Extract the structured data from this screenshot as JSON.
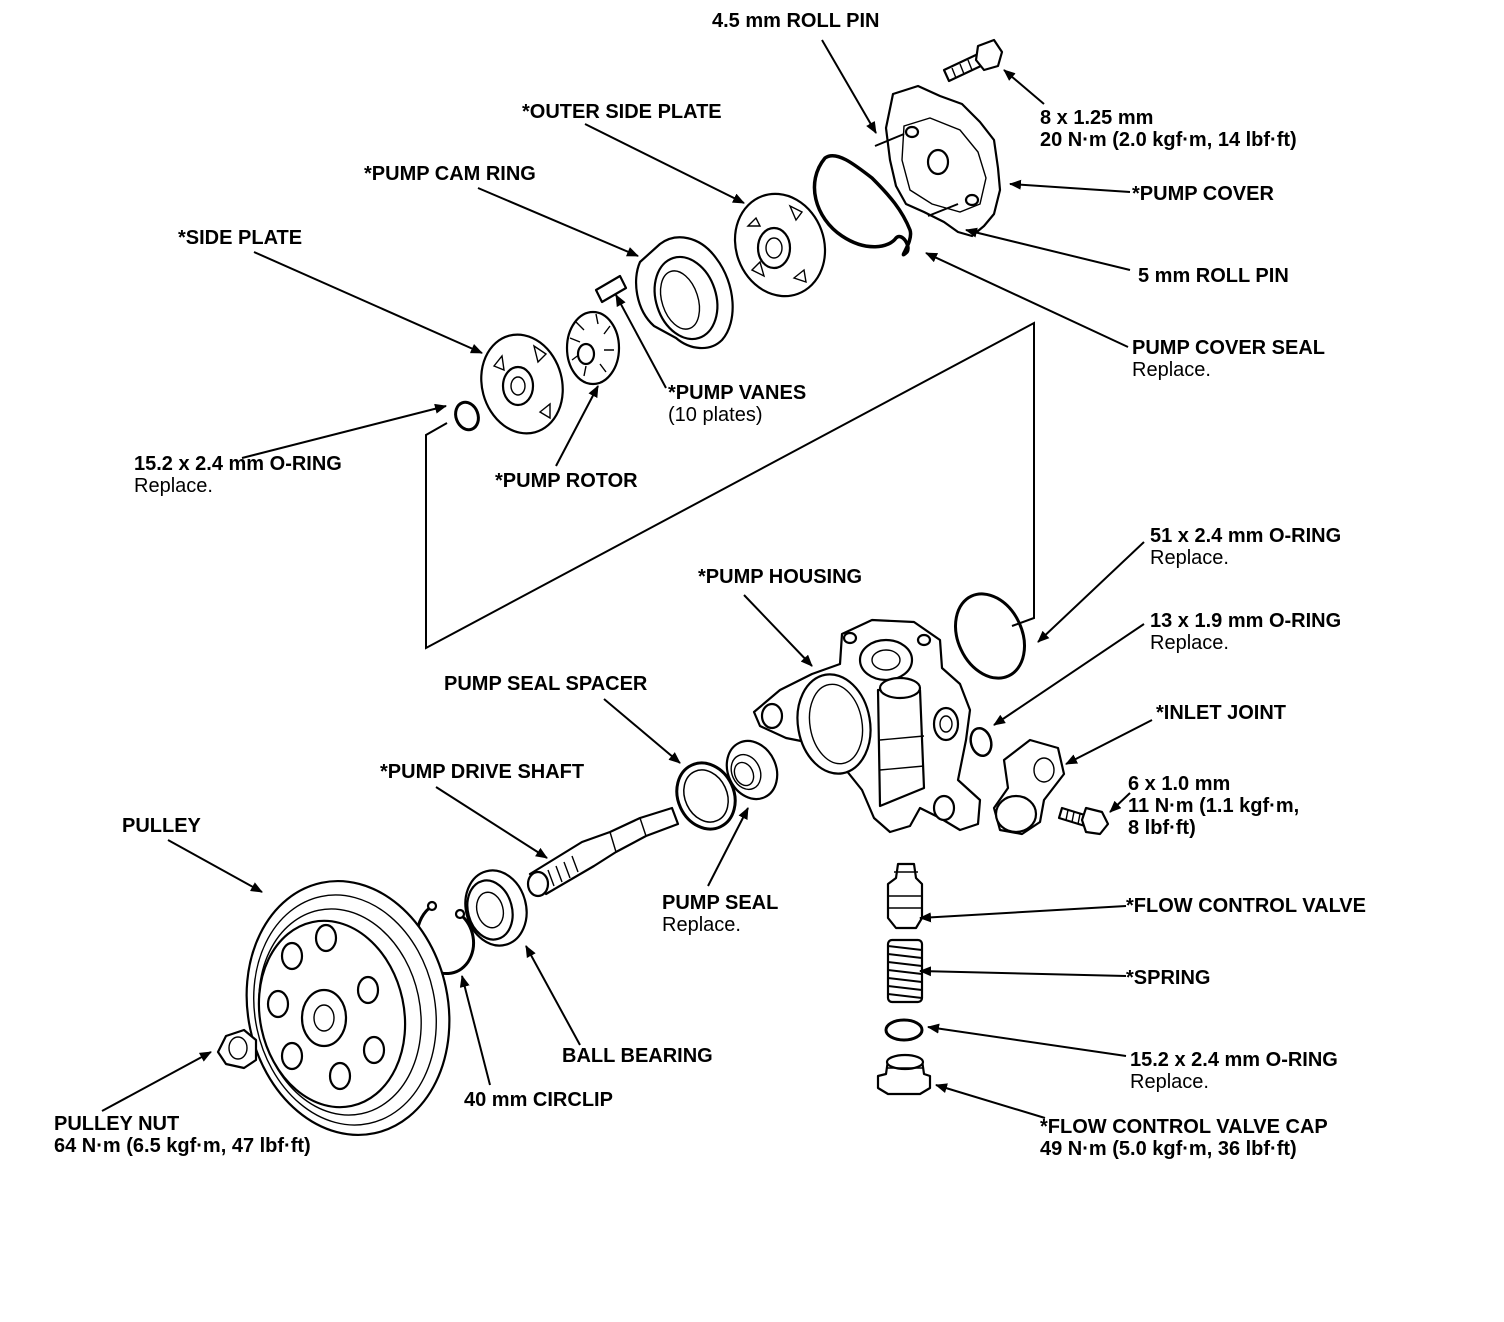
{
  "labels": {
    "roll_pin_45": "4.5 mm ROLL PIN",
    "bolt_cover_size": "8 x 1.25 mm",
    "bolt_cover_torque": "20 N·m (2.0 kgf·m, 14 lbf·ft)",
    "outer_side_plate": "*OUTER SIDE PLATE",
    "pump_cam_ring": "*PUMP CAM RING",
    "side_plate": "*SIDE PLATE",
    "pump_cover": "*PUMP COVER",
    "roll_pin_5": "5 mm ROLL PIN",
    "pump_cover_seal": "PUMP COVER SEAL",
    "pump_cover_seal_note": "Replace.",
    "pump_vanes": "*PUMP VANES",
    "pump_vanes_note": "(10 plates)",
    "oring_152_top": "15.2 x 2.4 mm O-RING",
    "oring_152_top_note": "Replace.",
    "pump_rotor": "*PUMP ROTOR",
    "oring_51": "51 x 2.4 mm O-RING",
    "oring_51_note": "Replace.",
    "pump_housing": "*PUMP HOUSING",
    "oring_13": "13 x 1.9 mm O-RING",
    "oring_13_note": "Replace.",
    "pump_seal_spacer": "PUMP SEAL SPACER",
    "inlet_joint": "*INLET JOINT",
    "pump_drive_shaft": "*PUMP DRIVE SHAFT",
    "bolt_inlet_size": "6 x 1.0 mm",
    "bolt_inlet_torque_1": "11 N·m (1.1 kgf·m,",
    "bolt_inlet_torque_2": "8 lbf·ft)",
    "pulley": "PULLEY",
    "pump_seal": "PUMP SEAL",
    "pump_seal_note": "Replace.",
    "flow_control_valve": "*FLOW CONTROL VALVE",
    "spring": "*SPRING",
    "ball_bearing": "BALL BEARING",
    "oring_152_bottom": "15.2 x 2.4 mm O-RING",
    "oring_152_bottom_note": "Replace.",
    "pulley_nut": "PULLEY NUT",
    "pulley_nut_torque": "64 N·m (6.5 kgf·m, 47 lbf·ft)",
    "circlip_40": "40 mm CIRCLIP",
    "fcv_cap": "*FLOW CONTROL VALVE CAP",
    "fcv_cap_torque": "49 N·m (5.0 kgf·m, 36 lbf·ft)"
  }
}
